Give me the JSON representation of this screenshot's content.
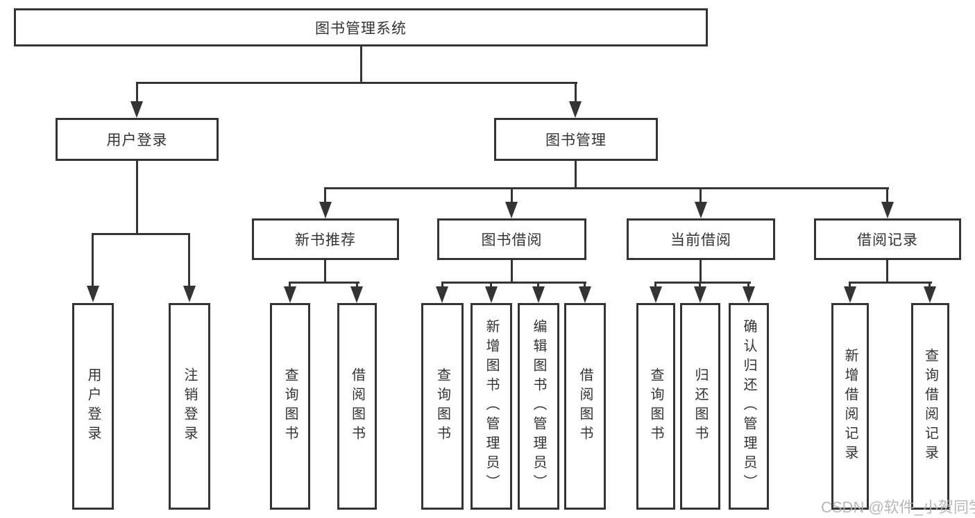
{
  "diagram": {
    "type": "hierarchy-tree",
    "root": {
      "label": "图书管理系统"
    },
    "children": [
      {
        "label": "用户登录",
        "children": [
          {
            "label": "用户登录"
          },
          {
            "label": "注销登录"
          }
        ]
      },
      {
        "label": "图书管理",
        "children": [
          {
            "label": "新书推荐",
            "children": [
              {
                "label": "查询图书"
              },
              {
                "label": "借阅图书"
              }
            ]
          },
          {
            "label": "图书借阅",
            "children": [
              {
                "label": "查询图书"
              },
              {
                "label": "新增图书（管理员）"
              },
              {
                "label": "编辑图书（管理员）"
              },
              {
                "label": "借阅图书"
              }
            ]
          },
          {
            "label": "当前借阅",
            "children": [
              {
                "label": "查询图书"
              },
              {
                "label": "归还图书"
              },
              {
                "label": "确认归还（管理员）"
              }
            ]
          },
          {
            "label": "借阅记录",
            "children": [
              {
                "label": "新增借阅记录"
              },
              {
                "label": "查询借阅记录"
              }
            ]
          }
        ]
      }
    ]
  },
  "watermark": {
    "text": "CSDN @软件_小贺同学"
  },
  "colors": {
    "line": "#343434",
    "text": "#333333",
    "watermark": "#afafaf",
    "background": "#ffffff"
  }
}
